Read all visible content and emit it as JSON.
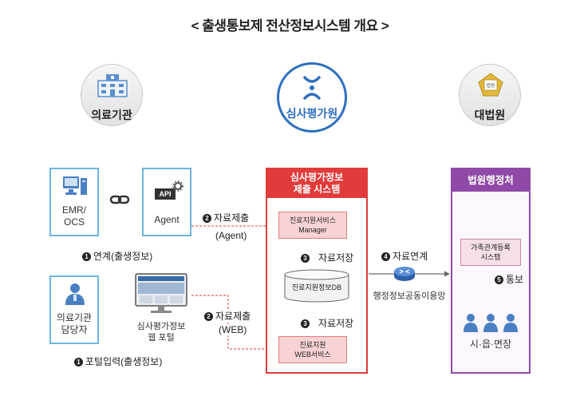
{
  "title": "< 출생통보제 전산정보시스템 개요 >",
  "orgs": {
    "medical": "의료기관",
    "hira": "심사평가원",
    "court": "대법원"
  },
  "left": {
    "emr": "EMR/\nOCS",
    "agent": "Agent",
    "api_badge": "API",
    "link_num": "1",
    "link_label": "연계(출생정보)",
    "staff": "의료기관\n담당자",
    "portal": "심사평가정보\n웹 포털",
    "portal_input_num": "1",
    "portal_input_label": "포털입력(출생정보)"
  },
  "mid": {
    "submit_agent_num": "2",
    "submit_agent_label": "자료제출",
    "submit_agent_sub": "(Agent)",
    "submit_web_num": "2",
    "submit_web_label": "자료제출",
    "submit_web_sub": "(WEB)"
  },
  "system": {
    "header": "심사평가정보\n제출 시스템",
    "manager": "진료지원서비스\nManager",
    "db": "진료지원정보DB",
    "web_service": "진료지원\nWEB서비스",
    "store_num_1": "3",
    "store_label_1": "자료저장",
    "store_num_2": "3",
    "store_label_2": "자료저장"
  },
  "network": {
    "num": "4",
    "label": "자료연계",
    "caption": "행정정보공동이용망"
  },
  "court_dept": {
    "header": "법원행정처",
    "registry": "가족관계등록\n시스템",
    "notify_num": "5",
    "notify_label": "통보",
    "offices": "시·읍·면장"
  },
  "icons": {
    "hospital": "hospital-icon",
    "hira_logo": "hira-logo-icon",
    "court_seal": "court-seal-icon",
    "computer": "computer-icon",
    "link": "link-icon",
    "api": "api-gear-icon",
    "staff": "staff-icon",
    "monitor": "monitor-icon",
    "router": "router-icon",
    "person": "person-icon"
  },
  "colors": {
    "hira_blue": "#2f6fc0",
    "system_red": "#e23b3b",
    "court_purple": "#8f4aa8",
    "device_border": "#6eb5e0"
  }
}
